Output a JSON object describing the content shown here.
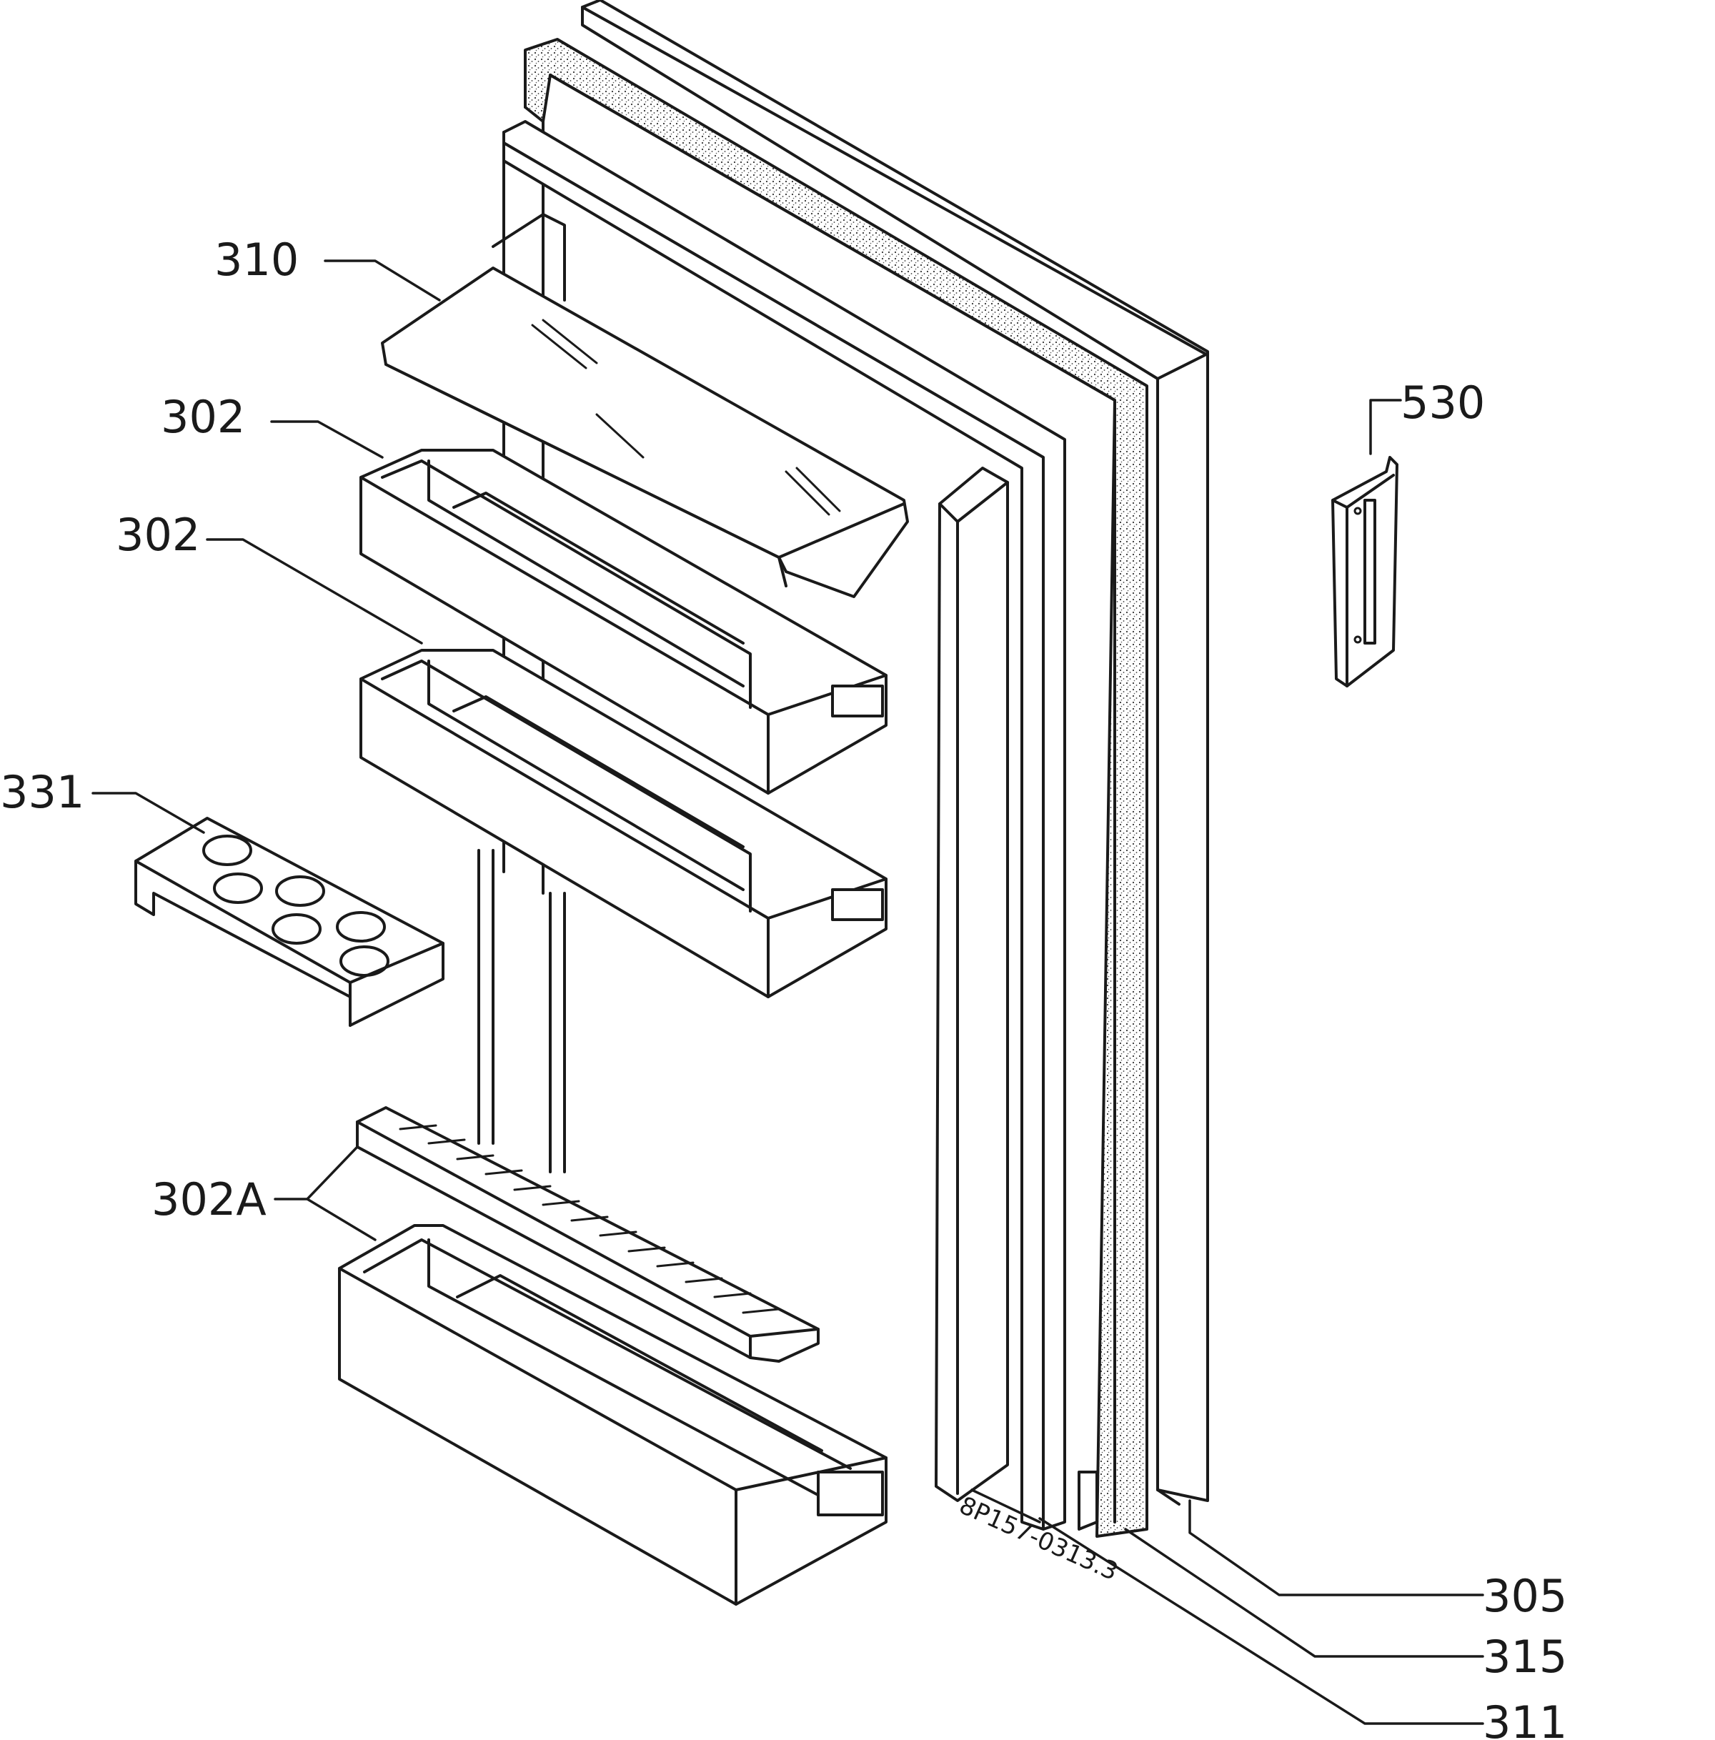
{
  "diagram": {
    "drawing_code": "8P157-0313.3",
    "callouts": [
      {
        "id": "310",
        "text": "310"
      },
      {
        "id": "302a",
        "text": "302"
      },
      {
        "id": "302b",
        "text": "302"
      },
      {
        "id": "331",
        "text": "331"
      },
      {
        "id": "302A",
        "text": "302A"
      },
      {
        "id": "530",
        "text": "530"
      },
      {
        "id": "305",
        "text": "305"
      },
      {
        "id": "315",
        "text": "315"
      },
      {
        "id": "311",
        "text": "311"
      }
    ]
  }
}
